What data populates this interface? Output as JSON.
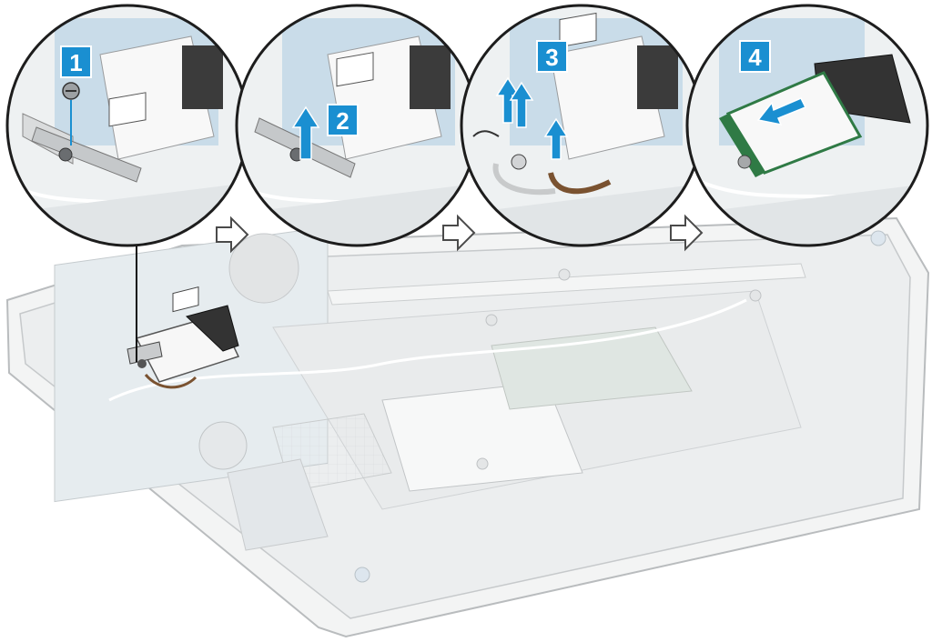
{
  "diagram": {
    "colors": {
      "badge": "#1a8fd1",
      "badge_text": "#ffffff",
      "chassis": "#f1f2f2",
      "chassis_stroke": "#b8bbbd",
      "board": "#e9eef0",
      "board_blue": "#b9d6e8",
      "wlan_card": "#2f7a45",
      "arrow_blue": "#1a8fd1",
      "callout_ring": "#222222",
      "flow_arrow": "#ffffff"
    },
    "steps": [
      {
        "number": "1",
        "icon": "screw-remove-icon"
      },
      {
        "number": "2",
        "icon": "bracket-lift-icon"
      },
      {
        "number": "3",
        "icon": "antenna-disconnect-icon"
      },
      {
        "number": "4",
        "icon": "card-slide-out-icon"
      }
    ],
    "flow_arrows": [
      "right-arrow-icon",
      "right-arrow-icon",
      "right-arrow-icon"
    ]
  }
}
